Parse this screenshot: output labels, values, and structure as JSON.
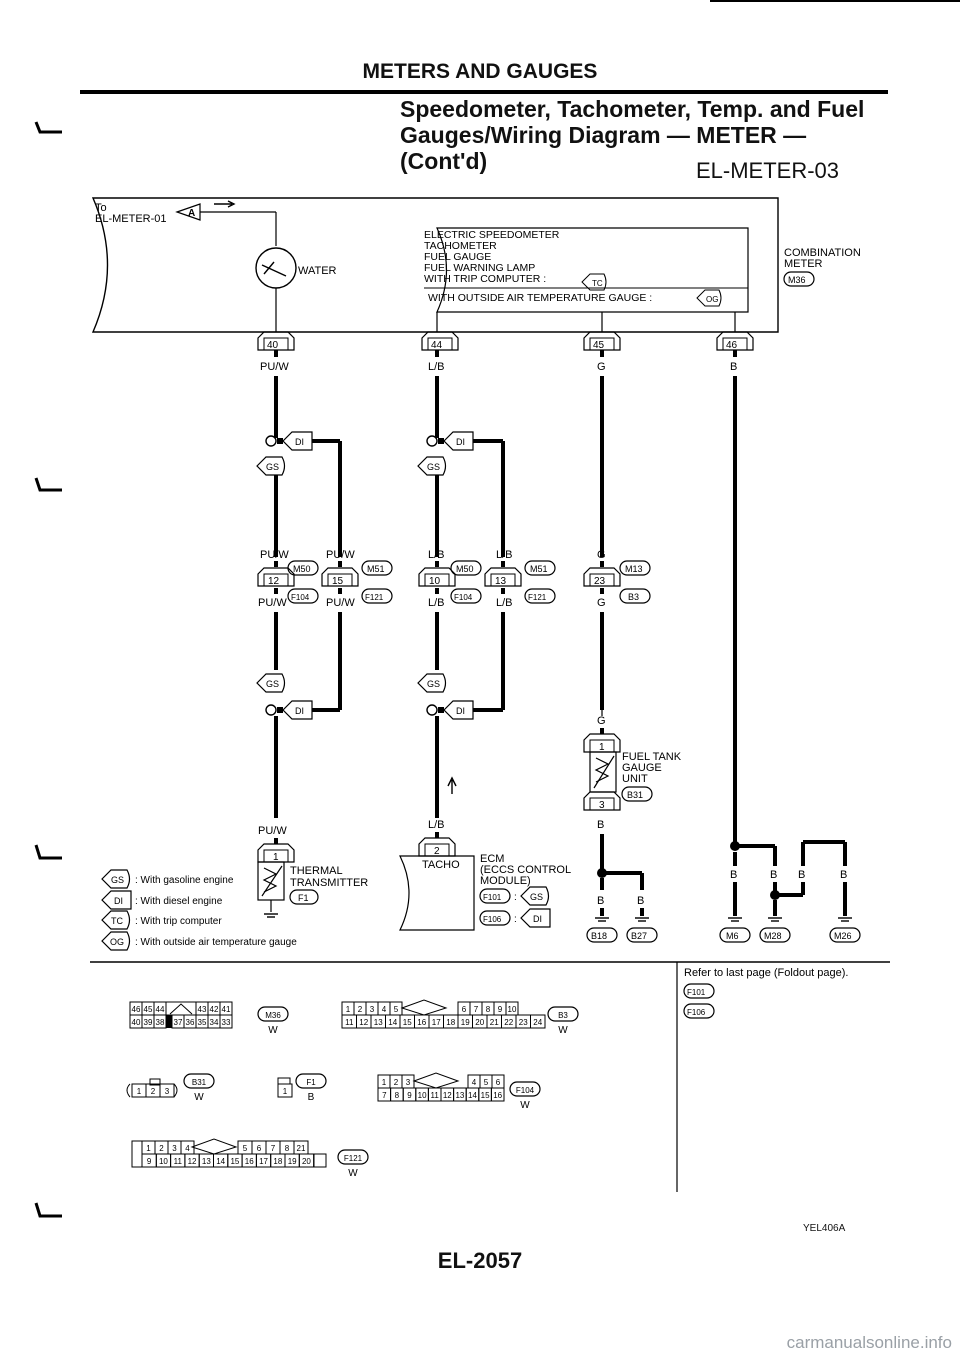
{
  "header": {
    "section": "METERS AND GAUGES",
    "title_lines": [
      "Speedometer, Tachometer, Temp. and Fuel",
      "Gauges/Wiring Diagram — METER —",
      "(Cont'd)"
    ],
    "diagram_code": "EL-METER-03"
  },
  "meter_block": {
    "to_label_1": "To",
    "to_label_2": "EL-METER-01",
    "to_connector": "A",
    "water_gauge_label": "WATER",
    "speedo_lines": [
      "ELECTRIC SPEEDOMETER",
      "TACHOMETER",
      "FUEL GAUGE",
      "FUEL WARNING LAMP",
      "WITH TRIP COMPUTER :",
      "WITH OUTSIDE AIR TEMPERATURE GAUGE :"
    ],
    "trip_tag": "TC",
    "oat_tag": "OG",
    "combo_line_1": "COMBINATION",
    "combo_line_2": "METER",
    "combo_connector": "M36"
  },
  "pins": [
    "40",
    "44",
    "45",
    "46"
  ],
  "wire_colors": {
    "purple_white": "PU/W",
    "light_blue": "L/B",
    "green": "G",
    "black": "B"
  },
  "tags": {
    "di": "DI",
    "gs": "GS"
  },
  "connectors": {
    "m50": "M50",
    "m51": "M51",
    "m13": "M13",
    "f104": "F104",
    "f121": "F121",
    "b3": "B3",
    "b31": "B31",
    "f1": "F1",
    "f101": "F101",
    "f106": "F106",
    "b18": "B18",
    "b27": "B27",
    "m6": "M6",
    "m28": "M28",
    "m26": "M26"
  },
  "harness_pins": {
    "p12": "12",
    "p15": "15",
    "p10": "10",
    "p13": "13",
    "p23": "23",
    "p1": "1",
    "p3": "3",
    "p2": "2"
  },
  "components": {
    "fuel_tank_unit_lines": [
      "FUEL TANK",
      "GAUGE",
      "UNIT"
    ],
    "thermal_lines": [
      "THERMAL",
      "TRANSMITTER"
    ],
    "ecm_lines": [
      "ECM",
      "(ECCS CONTROL",
      "MODULE)"
    ],
    "tacho_label": "TACHO"
  },
  "legend": [
    {
      "tag": "GS",
      "text": ": With gasoline engine"
    },
    {
      "tag": "DI",
      "text": ": With diesel engine"
    },
    {
      "tag": "TC",
      "text": ": With trip computer"
    },
    {
      "tag": "OG",
      "text": ": With outside air temperature gauge"
    }
  ],
  "reference": {
    "text": "Refer to last page (Foldout page).",
    "items": [
      "F101",
      "F106"
    ]
  },
  "connector_faces": {
    "m36": {
      "top": [
        "46",
        "45",
        "44",
        "43",
        "42",
        "41"
      ],
      "bottom": [
        "40",
        "39",
        "38",
        "37",
        "36",
        "35",
        "34",
        "33"
      ],
      "color": "W"
    },
    "b3": {
      "top": [
        "1",
        "2",
        "3",
        "4",
        "5",
        "6",
        "7",
        "8",
        "9",
        "10"
      ],
      "bottom": [
        "11",
        "12",
        "13",
        "14",
        "15",
        "16",
        "17",
        "18",
        "19",
        "20",
        "21",
        "22",
        "23",
        "24"
      ],
      "color": "W"
    },
    "b31": {
      "pins": [
        "1",
        "2",
        "3"
      ],
      "color": "W"
    },
    "f1": {
      "pins": [
        "1"
      ],
      "color": "B"
    },
    "f104": {
      "top": [
        "1",
        "2",
        "3",
        "4",
        "5",
        "6"
      ],
      "bottom": [
        "7",
        "8",
        "9",
        "10",
        "11",
        "12",
        "13",
        "14",
        "15",
        "16"
      ],
      "color": "W"
    },
    "f121": {
      "top": [
        "1",
        "2",
        "3",
        "4",
        "5",
        "6",
        "7",
        "8",
        "21"
      ],
      "bottom": [
        "9",
        "10",
        "11",
        "12",
        "13",
        "14",
        "15",
        "16",
        "17",
        "18",
        "19",
        "20"
      ],
      "color": "W"
    }
  },
  "figure_ref": "YEL406A",
  "page_number": "EL-2057",
  "watermark": "carmanualsonline.info"
}
